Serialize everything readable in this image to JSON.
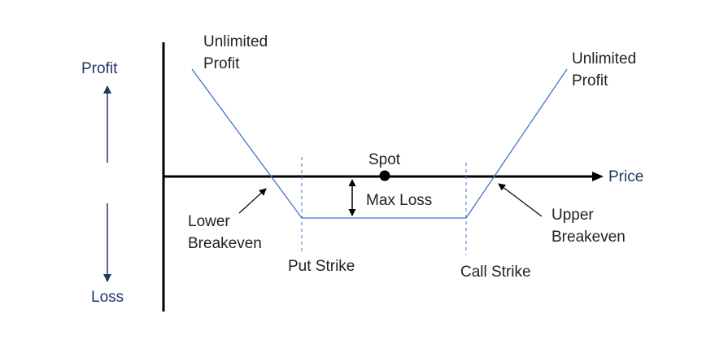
{
  "diagram": {
    "profit_label": "Profit",
    "loss_label": "Loss",
    "price_label": "Price",
    "spot_label": "Spot",
    "max_loss_label": "Max Loss",
    "put_strike_label": "Put Strike",
    "call_strike_label": "Call Strike",
    "left_unlimited_line1": "Unlimited",
    "left_unlimited_line2": "Profit",
    "right_unlimited_line1": "Unlimited",
    "right_unlimited_line2": "Profit",
    "lower_breakeven_line1": "Lower",
    "lower_breakeven_line2": "Breakeven",
    "upper_breakeven_line1": "Upper",
    "upper_breakeven_line2": "Breakeven",
    "colors": {
      "payoff_line": "#4472c4",
      "axis": "#000000",
      "axis_label": "#1f3864",
      "text": "#222222"
    }
  }
}
